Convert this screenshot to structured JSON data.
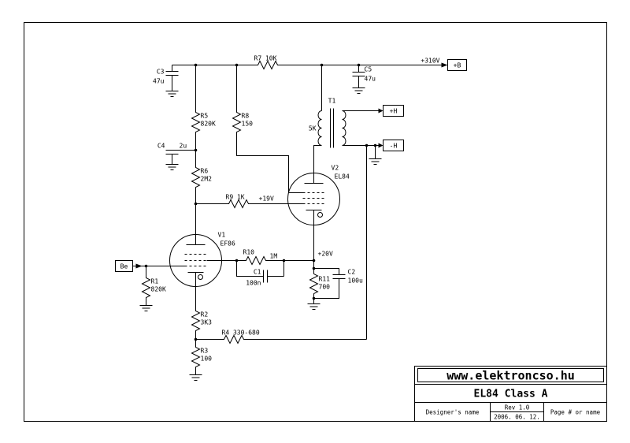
{
  "title_block": {
    "website": "www.elektroncso.hu",
    "project": "EL84 Class A",
    "designer": "Designer's name",
    "revision": "Rev 1.0",
    "date": "2006. 06. 12.",
    "page_label": "Page # or name"
  },
  "connectors": {
    "supply": "+B",
    "output_pos": "+H",
    "output_neg": "-H",
    "input": "Be"
  },
  "labels": {
    "c3_name": "C3",
    "c3_value": "47u",
    "c4_name": "C4",
    "c4_value": "2u",
    "c5_name": "C5",
    "c5_value": "47u",
    "c1_name": "C1",
    "c1_value": "100n",
    "c2_name": "C2",
    "c2_value": "100u",
    "r1_name": "R1",
    "r1_value": "820K",
    "r2_name": "R2",
    "r2_value": "3K3",
    "r3_name": "R3",
    "r3_value": "100",
    "r4_label": "R4 330-680",
    "r5_name": "R5",
    "r5_value": "820K",
    "r6_name": "R6",
    "r6_value": "2M2",
    "r7_label": "R7 10K",
    "r8_name": "R8",
    "r8_value": "150",
    "r9_label": "R9 1K",
    "r10_name": "R10",
    "r10_value": "1M",
    "r11_name": "R11",
    "r11_value": "700",
    "t1_name": "T1",
    "t1_impedance": "5K",
    "v1_name": "V1",
    "v1_type": "EF86",
    "v2_name": "V2",
    "v2_type": "EL84",
    "supply_voltage": "+310V",
    "grid_voltage": "+19V",
    "cathode_voltage": "+20V"
  }
}
